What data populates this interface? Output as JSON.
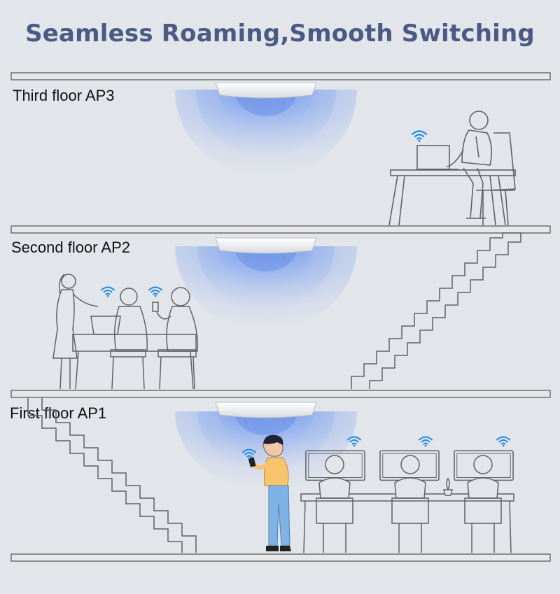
{
  "title": "Seamless Roaming,Smooth Switching",
  "floors": [
    {
      "label": "Third floor AP3"
    },
    {
      "label": "Second floor AP2"
    },
    {
      "label": "First floor AP1"
    }
  ],
  "colors": {
    "background": "#e2e5ea",
    "title": "#4a5a84",
    "signal_blue": "#1e88e5",
    "wave_blue": "#7fa3ec",
    "line_art": "#5f6266",
    "person_shirt": "#f7c36b",
    "person_pants": "#7fb3e6"
  },
  "icons": [
    "access-point-icon",
    "wifi-icon",
    "person-icon",
    "staircase-icon",
    "desk-icon",
    "computer-icon"
  ]
}
